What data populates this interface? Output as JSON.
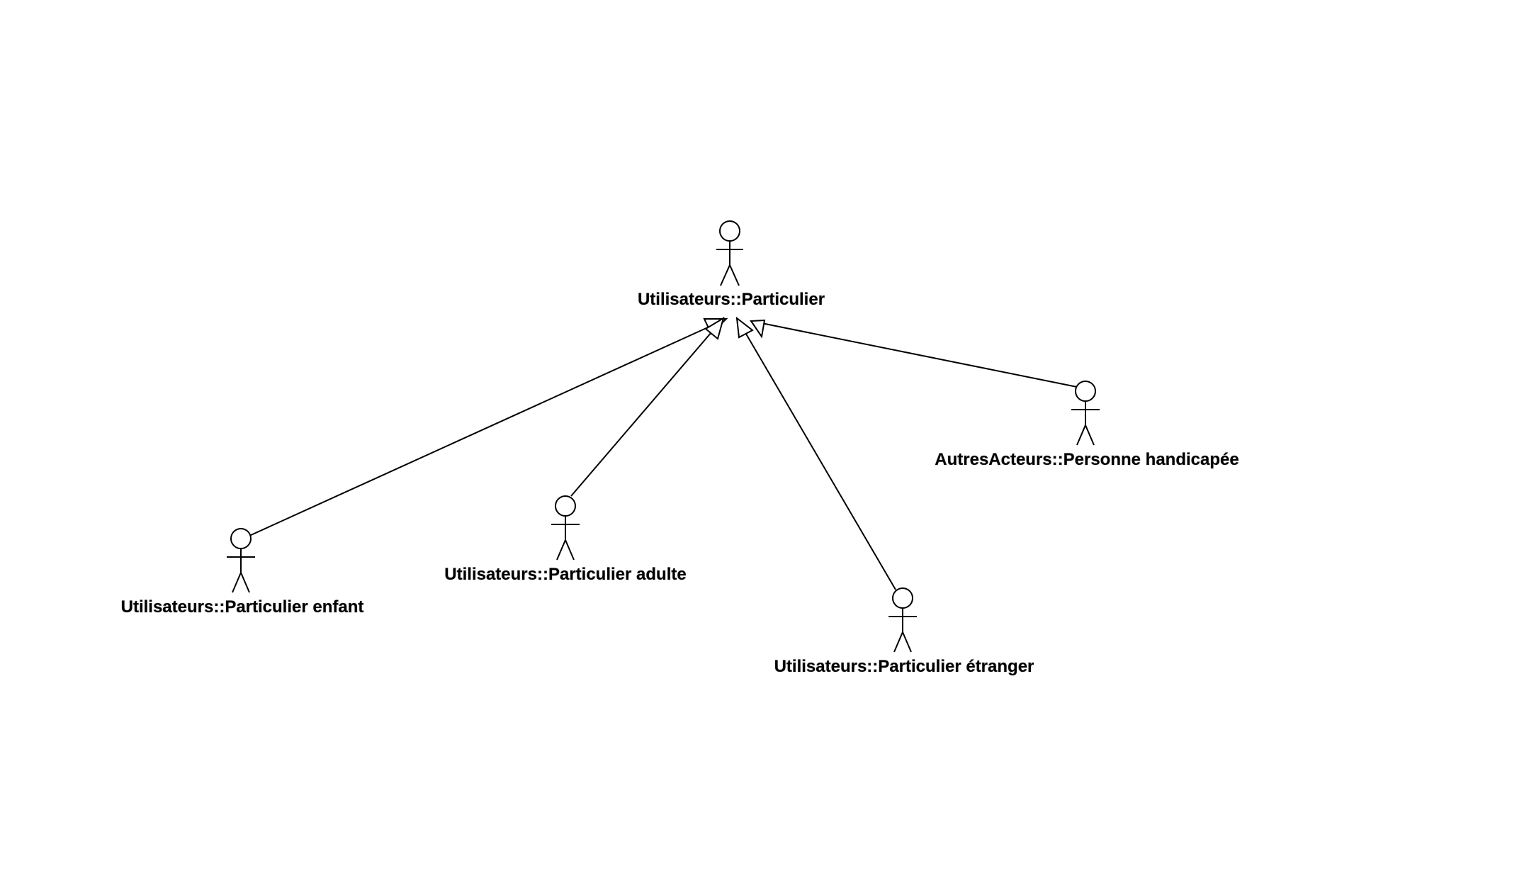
{
  "diagram": {
    "type": "uml-use-case-actor-generalization",
    "actors": [
      {
        "id": "particulier",
        "label": "Utilisateurs::Particulier"
      },
      {
        "id": "enfant",
        "label": "Utilisateurs::Particulier enfant"
      },
      {
        "id": "adulte",
        "label": "Utilisateurs::Particulier adulte"
      },
      {
        "id": "etranger",
        "label": "Utilisateurs::Particulier étranger"
      },
      {
        "id": "handicapee",
        "label": "AutresActeurs::Personne handicapée"
      }
    ],
    "generalizations": [
      {
        "from": "enfant",
        "to": "particulier"
      },
      {
        "from": "adulte",
        "to": "particulier"
      },
      {
        "from": "etranger",
        "to": "particulier"
      },
      {
        "from": "handicapee",
        "to": "particulier"
      }
    ]
  }
}
